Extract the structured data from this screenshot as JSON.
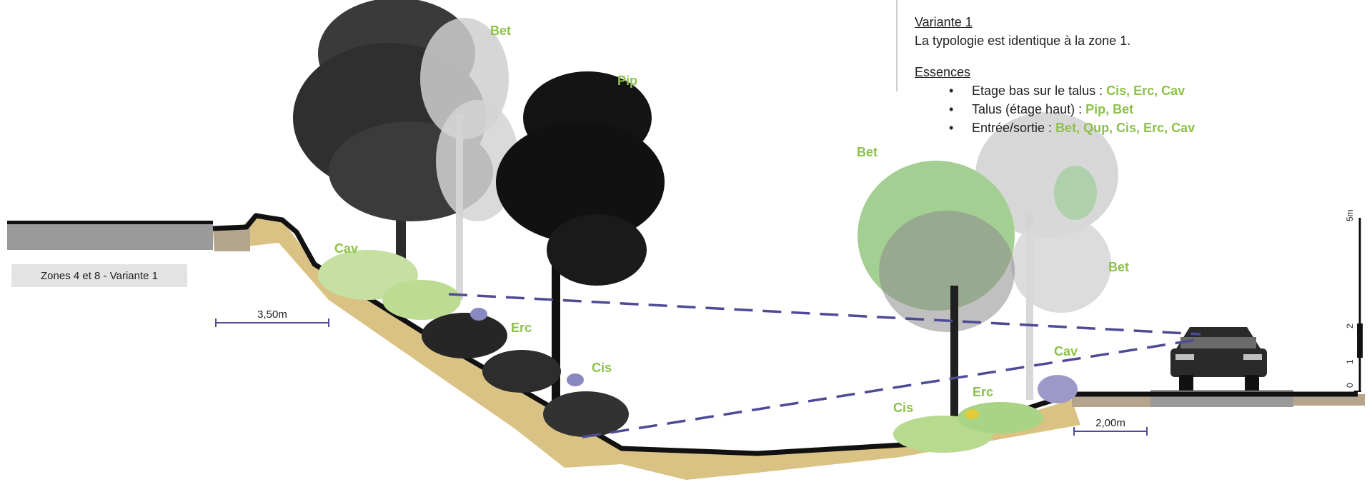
{
  "zone_label": "Zones 4 et 8 - Variante 1",
  "legend": {
    "variant_title": "Variante 1",
    "variant_text": "La typologie est identique à la zone 1.",
    "essences_title": "Essences",
    "items": [
      {
        "label": "Etage bas sur le talus : ",
        "species": "Cis, Erc, Cav"
      },
      {
        "label": "Talus (étage haut) : ",
        "species": "Pip, Bet"
      },
      {
        "label": "Entrée/sortie : ",
        "species": "Bet, Qup, Cis, Erc, Cav"
      }
    ]
  },
  "species_labels": {
    "bet_top": "Bet",
    "pip": "Pip",
    "cav_left": "Cav",
    "erc_left": "Erc",
    "cis_left": "Cis",
    "bet_right1": "Bet",
    "bet_right2": "Bet",
    "cav_right": "Cav",
    "erc_right": "Erc",
    "cis_right": "Cis"
  },
  "dimensions": {
    "left_width": "3,50m",
    "right_width": "2,00m"
  },
  "height_scale": {
    "ticks": [
      "0",
      "1",
      "2",
      "5m"
    ]
  },
  "colors": {
    "soil": "#d9c283",
    "road": "#9a9a9a",
    "sightline": "#4f4a96",
    "species_green": "#8cc14a"
  }
}
